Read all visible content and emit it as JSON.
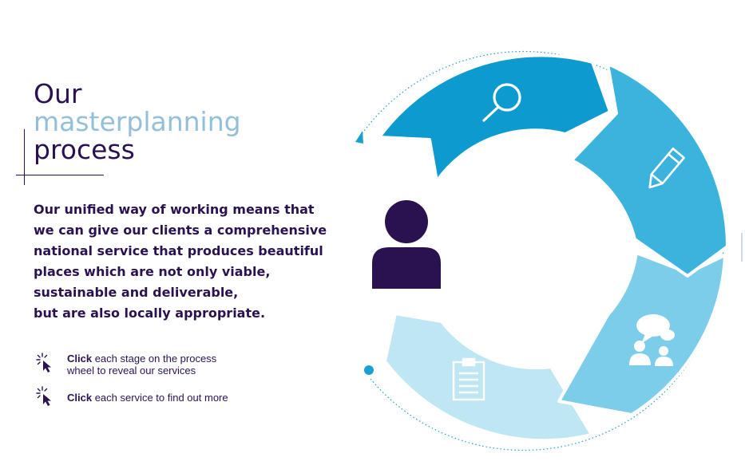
{
  "heading": {
    "line1": "Our",
    "line2": "masterplanning",
    "line3": "process"
  },
  "intro": {
    "lines": [
      "Our unified way of working means that",
      "we can give our clients a comprehensive",
      "national service that produces beautiful",
      "places which are not only viable,",
      "sustainable and deliverable,",
      "but are also locally appropriate."
    ]
  },
  "hints": [
    {
      "bold": "Click",
      "rest_line1": " each stage on the process",
      "rest_line2": "wheel to reveal our services"
    },
    {
      "bold": "Click",
      "rest_line1": " each service to find out more",
      "rest_line2": ""
    }
  ],
  "wheel": {
    "stages": [
      {
        "icon": "magnifier-icon",
        "color": "#0c9acf"
      },
      {
        "icon": "pencil-icon",
        "color": "#3cb3dd"
      },
      {
        "icon": "people-chat-icon",
        "color": "#7ccde9"
      },
      {
        "icon": "clipboard-icon",
        "color": "#bfe6f3"
      }
    ],
    "center_icon": "person-icon",
    "colors": {
      "person": "#2a1250",
      "ring": "#0c9acf",
      "text_dark": "#2a1250",
      "text_light": "#93bfd8"
    }
  }
}
